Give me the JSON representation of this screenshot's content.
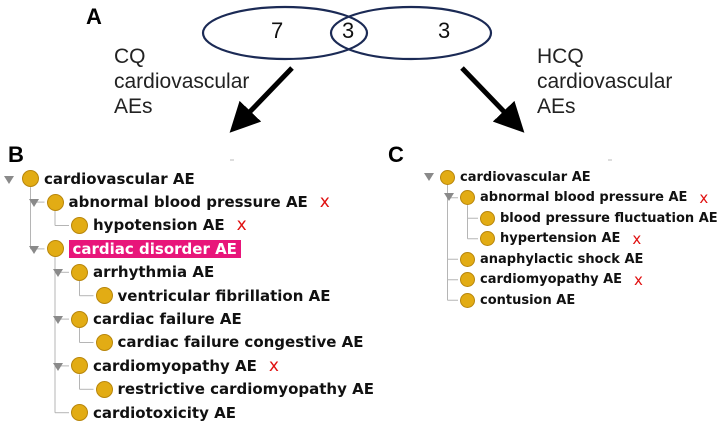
{
  "panels": {
    "a": "A",
    "b": "B",
    "c": "C"
  },
  "venn": {
    "left_only": "7",
    "overlap": "3",
    "right_only": "3"
  },
  "labels": {
    "cq": [
      "CQ",
      "cardiovascular",
      "AEs"
    ],
    "hcq": [
      "HCQ",
      "cardiovascular",
      "AEs"
    ]
  },
  "mark": "x",
  "colors": {
    "node": "#e2ac14",
    "highlight": "#e8157a",
    "mark": "#e01010"
  },
  "tree_b": [
    {
      "label": "cardiovascular AE",
      "depth": 0,
      "expander": true
    },
    {
      "label": "abnormal blood pressure AE",
      "depth": 1,
      "expander": true,
      "marked": true
    },
    {
      "label": "hypotension AE",
      "depth": 2,
      "marked": true
    },
    {
      "label": "cardiac disorder AE",
      "depth": 1,
      "expander": true,
      "highlight": true
    },
    {
      "label": "arrhythmia AE",
      "depth": 2,
      "expander": true
    },
    {
      "label": "ventricular fibrillation AE",
      "depth": 3
    },
    {
      "label": "cardiac failure AE",
      "depth": 2,
      "expander": true
    },
    {
      "label": "cardiac failure congestive AE",
      "depth": 3
    },
    {
      "label": "cardiomyopathy AE",
      "depth": 2,
      "expander": true,
      "marked": true
    },
    {
      "label": "restrictive cardiomyopathy AE",
      "depth": 3
    },
    {
      "label": "cardiotoxicity AE",
      "depth": 2
    }
  ],
  "tree_c": [
    {
      "label": "cardiovascular AE",
      "depth": 0,
      "expander": true
    },
    {
      "label": "abnormal blood pressure AE",
      "depth": 1,
      "expander": true,
      "marked": true
    },
    {
      "label": "blood pressure fluctuation AE",
      "depth": 2
    },
    {
      "label": "hypertension AE",
      "depth": 2,
      "marked": true
    },
    {
      "label": "anaphylactic shock AE",
      "depth": 1
    },
    {
      "label": "cardiomyopathy AE",
      "depth": 1,
      "marked": true
    },
    {
      "label": "contusion AE",
      "depth": 1
    }
  ]
}
